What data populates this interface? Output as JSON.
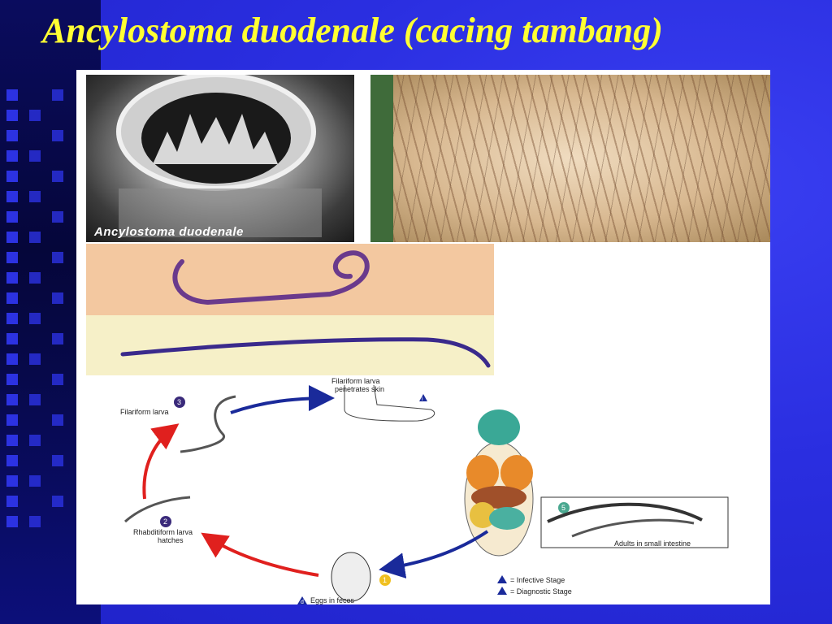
{
  "slide": {
    "title": "Ancylostoma duodenale (cacing tambang)"
  },
  "images": {
    "sem_label": "Ancylostoma duodenale"
  },
  "lifecycle": {
    "steps": {
      "filariform_penetrates": "Filariform larva",
      "filariform_penetrates_2": "penetrates skin",
      "filariform": "Filariform larva",
      "rhabditiform": "Rhabditiform larva",
      "rhabditiform_2": "hatches",
      "eggs": "Eggs in feces",
      "adults": "Adults in small intestine"
    },
    "numbers": {
      "n1": "1",
      "n2": "2",
      "n3": "3",
      "n5": "5",
      "i": "i",
      "d": "d"
    },
    "legend": {
      "infective": "= Infective Stage",
      "diagnostic": "= Diagnostic Stage"
    }
  },
  "colors": {
    "title": "#ffff33",
    "background": "#2b2fe6",
    "arrow_red": "#e0201e",
    "arrow_blue": "#1a2a9a"
  }
}
